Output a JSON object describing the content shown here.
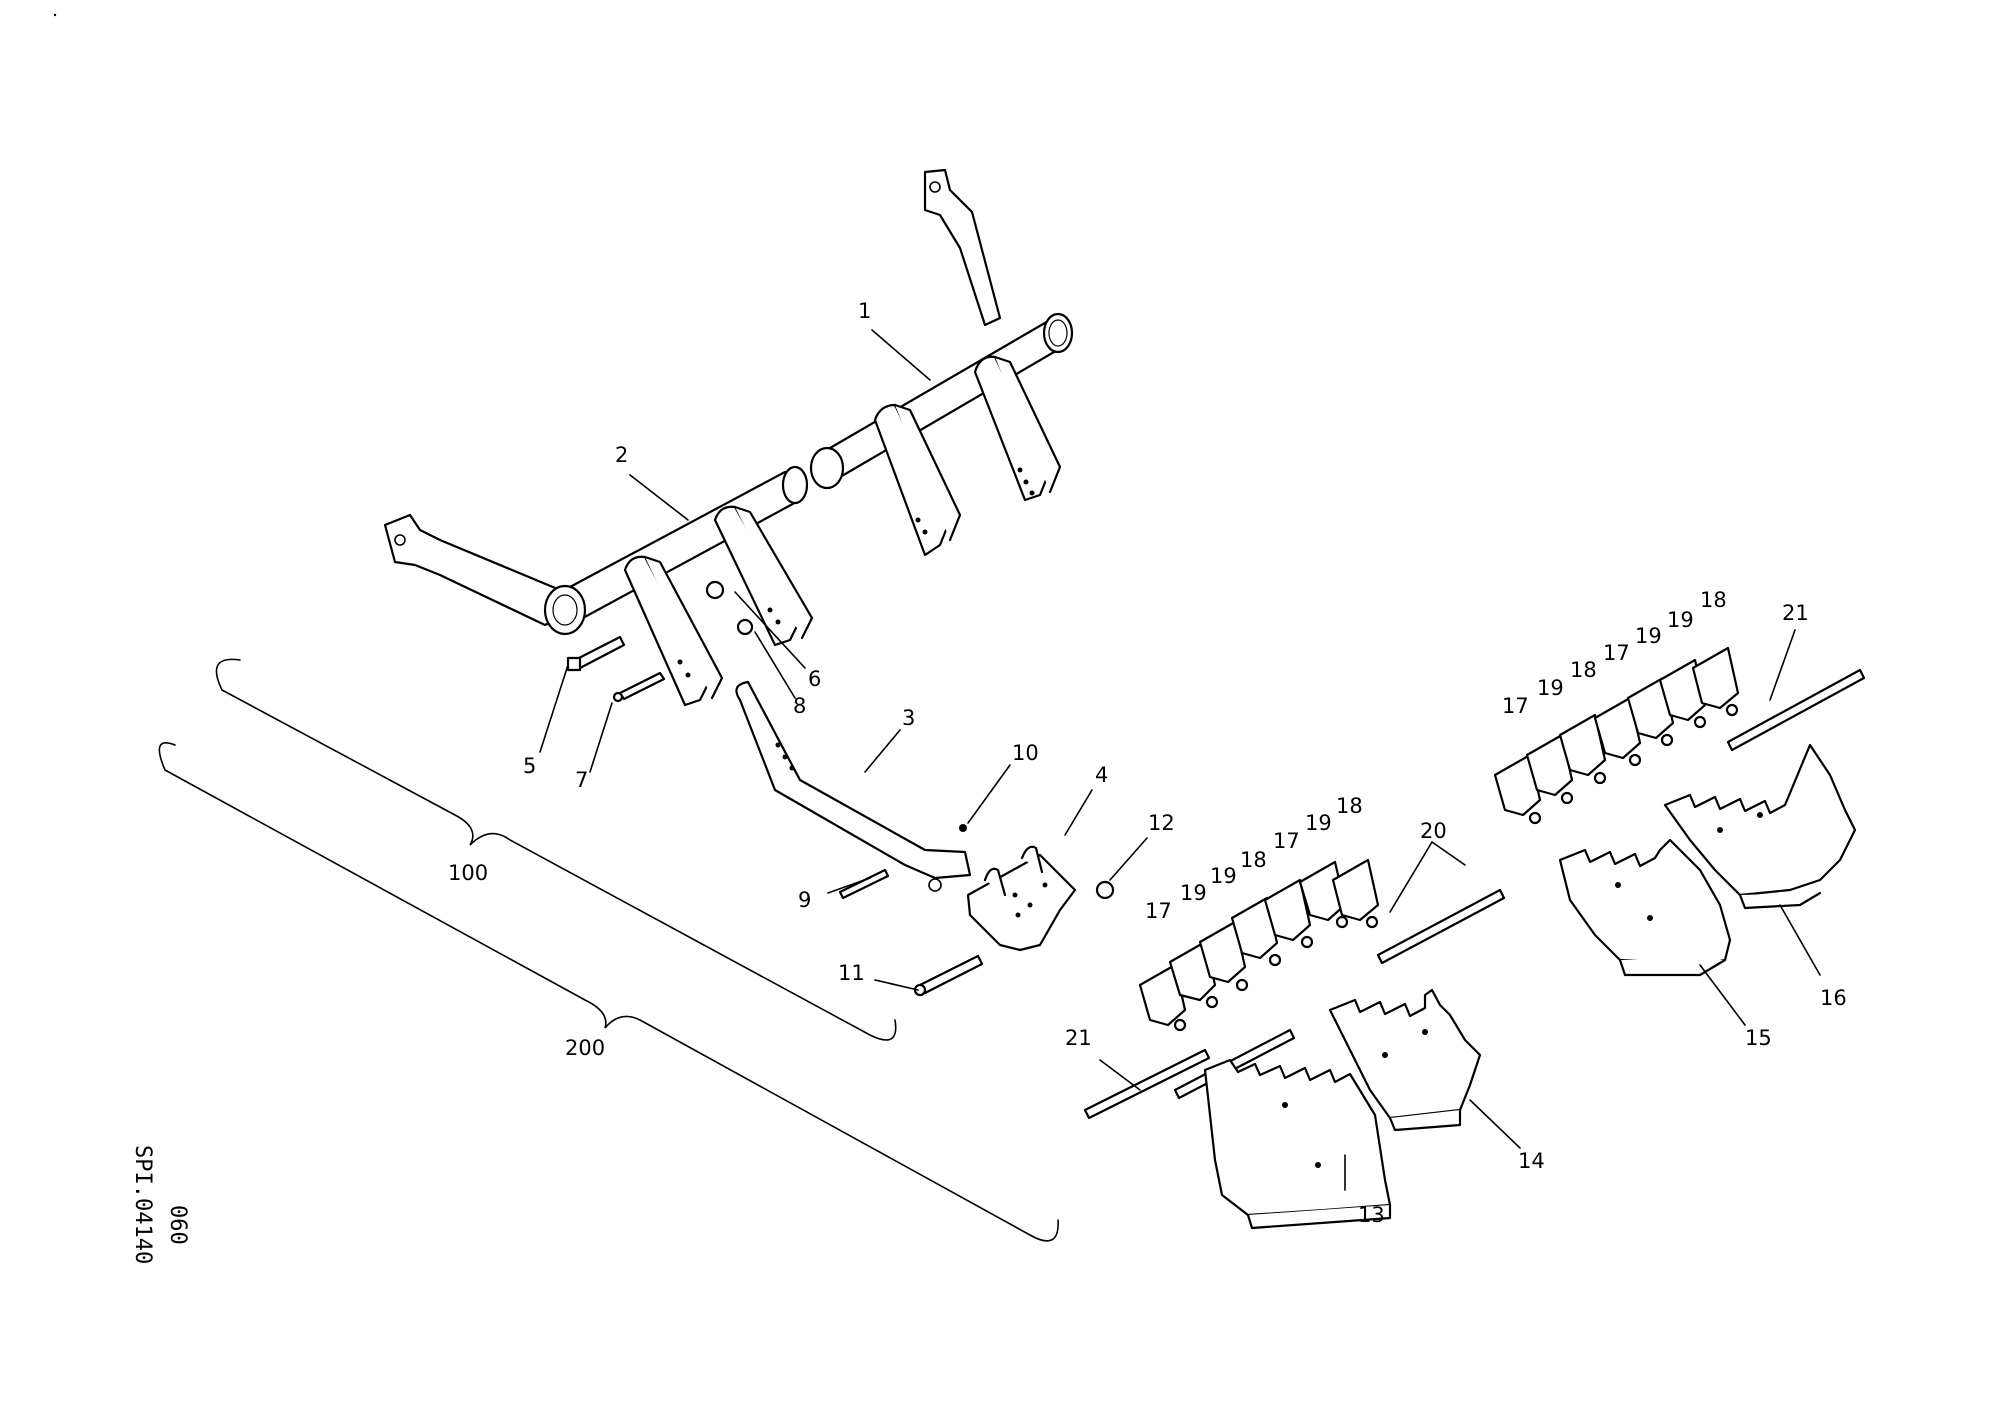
{
  "document": {
    "code_primary": "SPI.04140",
    "code_secondary": "060"
  },
  "callouts": {
    "c1": "1",
    "c2": "2",
    "c3": "3",
    "c4": "4",
    "c5": "5",
    "c6": "6",
    "c7": "7",
    "c8": "8",
    "c9": "9",
    "c10": "10",
    "c11": "11",
    "c12": "12",
    "c13": "13",
    "c14": "14",
    "c15": "15",
    "c16": "16",
    "c17a": "17",
    "c19a": "19",
    "c19b": "19",
    "c18a": "18",
    "c17b": "17",
    "c19c": "19",
    "c18b": "18",
    "c17c": "17",
    "c19d": "19",
    "c18c": "18",
    "c17d": "17",
    "c19e": "19",
    "c19f": "19",
    "c18d": "18",
    "c20": "20",
    "c21a": "21",
    "c21b": "21",
    "g100": "100",
    "g200": "200"
  }
}
